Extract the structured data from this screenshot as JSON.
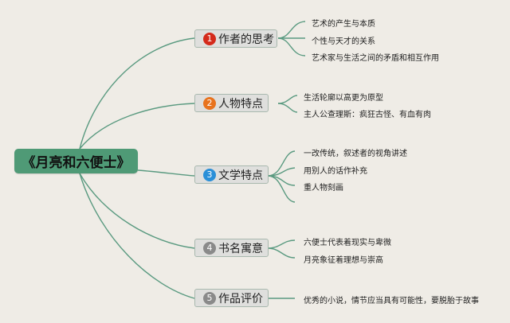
{
  "root": {
    "label": "《月亮和六便士》",
    "color": "#4f9a76"
  },
  "line_color": "#5a9a80",
  "branches": [
    {
      "number": "1",
      "label": "作者的思考",
      "badge_color": "#d42a1b",
      "children": [
        "艺术的产生与本质",
        "个性与天才的关系",
        "艺术家与生活之间的矛盾和相互作用"
      ]
    },
    {
      "number": "2",
      "label": "人物特点",
      "badge_color": "#e8731e",
      "children": [
        "生活轮廓以高更为原型",
        "主人公查理斯：疯狂古怪、有血有肉"
      ]
    },
    {
      "number": "3",
      "label": "文学特点",
      "badge_color": "#2a8fd8",
      "children": [
        "一改传统，叙述者的视角讲述",
        "用别人的话作补充",
        "重人物刻画",
        ""
      ]
    },
    {
      "number": "4",
      "label": "书名寓意",
      "badge_color": "#8a8a8a",
      "children": [
        "六便士代表着现实与卑微",
        "月亮象征着理想与崇高"
      ]
    },
    {
      "number": "5",
      "label": "作品评价",
      "badge_color": "#8a8a8a",
      "children": [
        "优秀的小说，情节应当具有可能性，要脱胎于故事"
      ]
    }
  ]
}
